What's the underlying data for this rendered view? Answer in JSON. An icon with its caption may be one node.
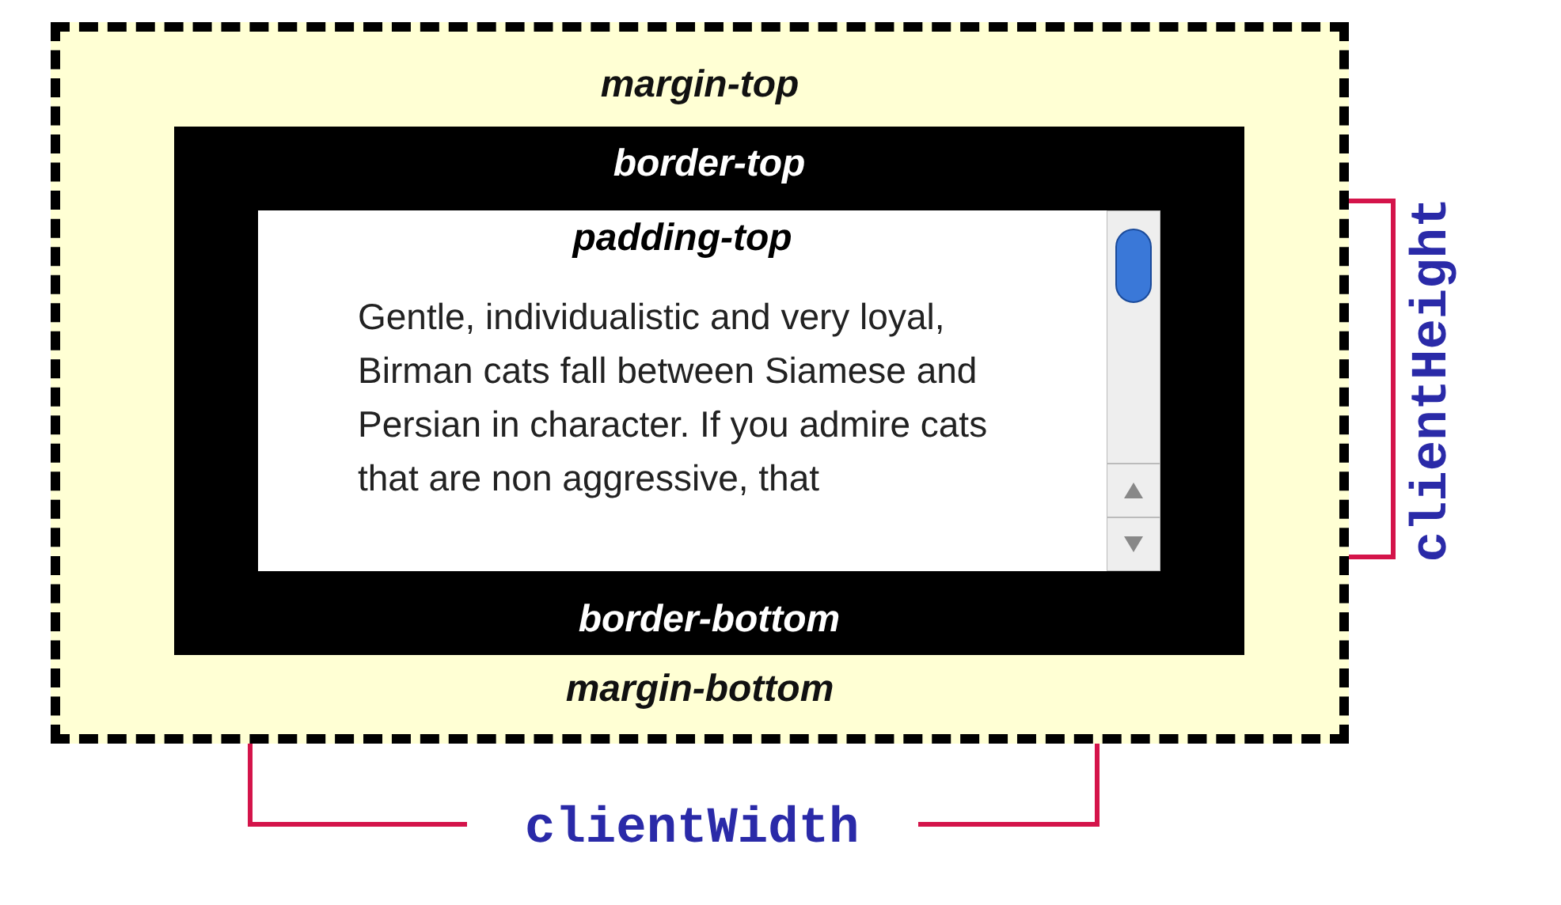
{
  "diagram": {
    "nodes": [
      {
        "text": [
          "margin-top",
          "margin-bottom"
        ]
      },
      {
        "text": [
          "border-top",
          "border-bottom"
        ],
        "in": 0
      },
      {
        "text": [
          "padding-top",
          "Gentle, individualistic and very loyal, Birman cats fall between Siamese and Persian in character. If you admire cats that are non aggressive, that"
        ],
        "in": 1
      }
    ],
    "labels": [
      "clientHeight",
      "clientWidth"
    ]
  }
}
